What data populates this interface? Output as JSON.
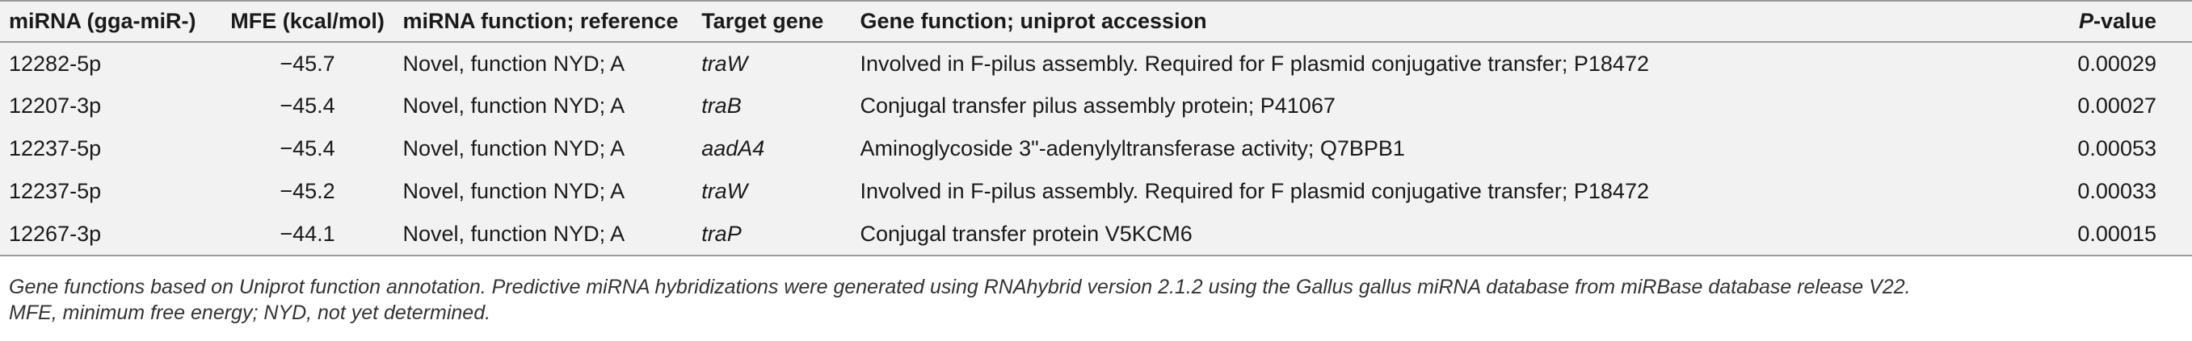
{
  "table": {
    "headers": {
      "mirna": "miRNA (gga-miR-)",
      "mfe": "MFE (kcal/mol)",
      "function": "miRNA function; reference",
      "target": "Target gene",
      "gene_function": "Gene function; uniprot accession",
      "p_letter": "P",
      "p_suffix": "-value"
    },
    "rows": [
      {
        "mirna": "12282-5p",
        "mfe": "−45.7",
        "function": "Novel, function NYD; A",
        "target": "traW",
        "gene_function": "Involved in F-pilus assembly. Required for F plasmid conjugative transfer; P18472",
        "p": "0.00029"
      },
      {
        "mirna": "12207-3p",
        "mfe": "−45.4",
        "function": "Novel, function NYD; A",
        "target": "traB",
        "gene_function": "Conjugal transfer pilus assembly protein; P41067",
        "p": "0.00027"
      },
      {
        "mirna": "12237-5p",
        "mfe": "−45.4",
        "function": "Novel, function NYD; A",
        "target": "aadA4",
        "gene_function": "Aminoglycoside 3\"-adenylyltransferase activity; Q7BPB1",
        "p": "0.00053"
      },
      {
        "mirna": "12237-5p",
        "mfe": "−45.2",
        "function": "Novel, function NYD; A",
        "target": "traW",
        "gene_function": "Involved in F-pilus assembly. Required for F plasmid conjugative transfer; P18472",
        "p": "0.00033"
      },
      {
        "mirna": "12267-3p",
        "mfe": "−44.1",
        "function": "Novel, function NYD; A",
        "target": "traP",
        "gene_function": "Conjugal transfer protein V5KCM6",
        "p": "0.00015"
      }
    ]
  },
  "footnote": {
    "line1": "Gene functions based on Uniprot function annotation. Predictive miRNA hybridizations were generated using RNAhybrid version 2.1.2 using the Gallus gallus miRNA database from miRBase database release V22.",
    "line2": "MFE, minimum free energy; NYD, not yet determined."
  }
}
